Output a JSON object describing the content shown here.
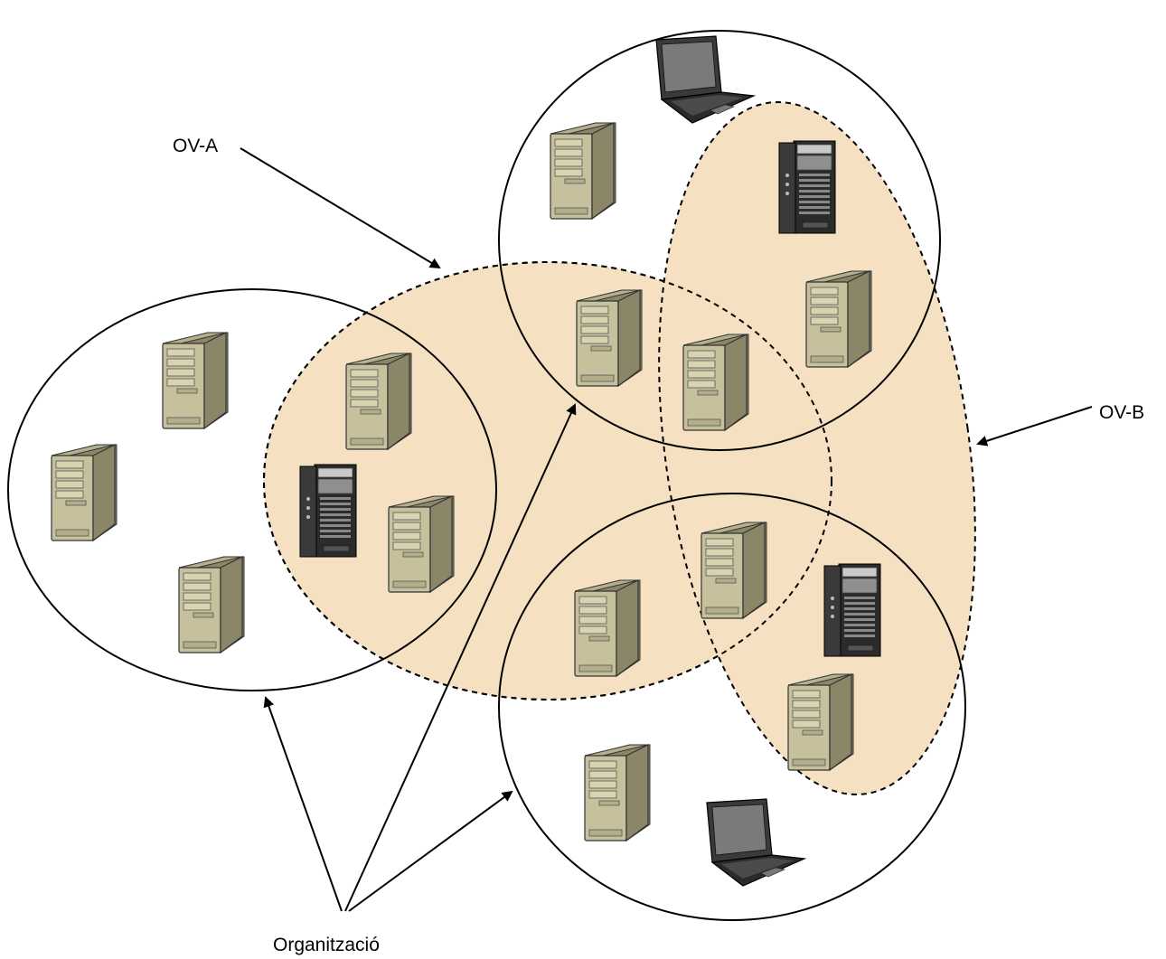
{
  "labels": {
    "ov_a": "OV-A",
    "ov_b": "OV-B",
    "organization": "Organització"
  },
  "colors": {
    "vo_fill": "#f5e1c2",
    "stroke": "#000000",
    "tower_front": "#c6c19c",
    "tower_side": "#8a8667",
    "tower_top": "#a9a482",
    "server_dark": "#1e1e1e",
    "laptop_body": "#2a2a2a"
  },
  "icons": {
    "tower": "desktop-tower-icon",
    "rack": "server-rack-icon",
    "laptop": "laptop-icon"
  }
}
